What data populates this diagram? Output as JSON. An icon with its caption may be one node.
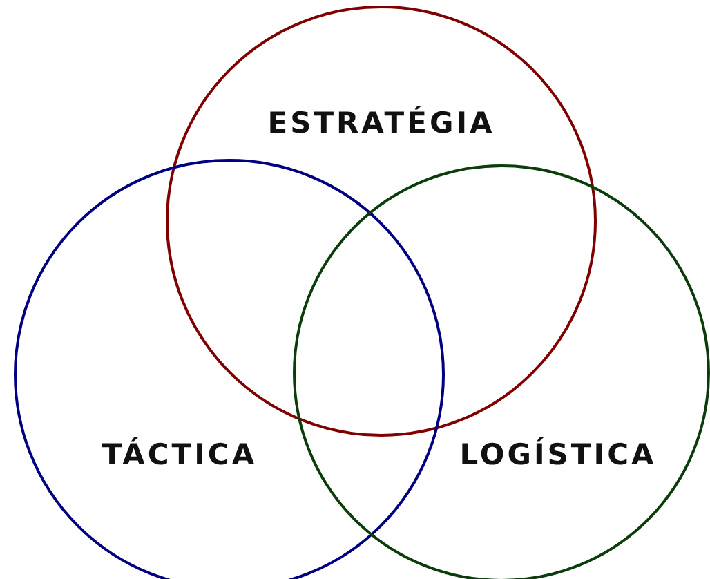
{
  "diagram": {
    "nodes": [
      {
        "text": [
          "ESTRATÉGIA"
        ]
      },
      {
        "text": [
          "TÁCTICA"
        ]
      },
      {
        "text": [
          "LOGÍSTICA"
        ]
      }
    ]
  }
}
